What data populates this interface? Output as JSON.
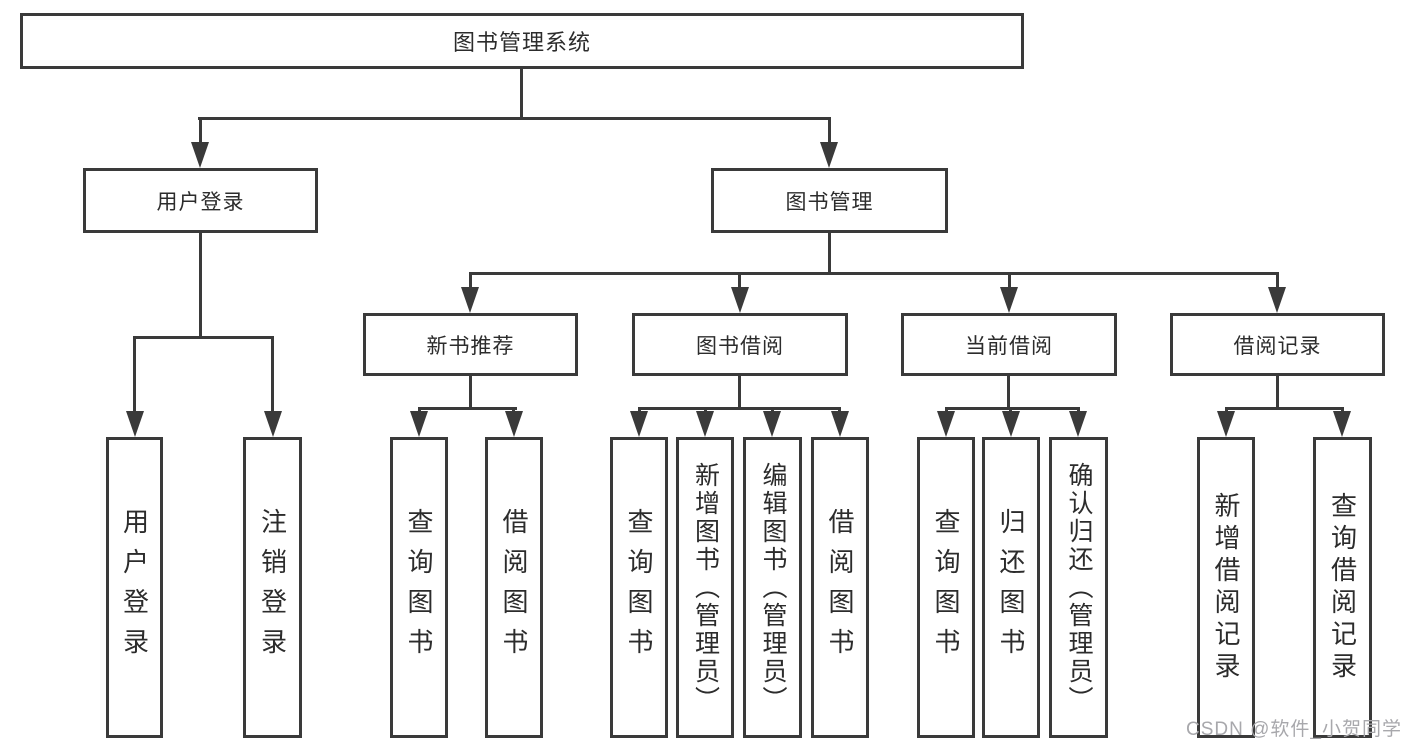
{
  "diagram": {
    "tree": {
      "label": "图书管理系统",
      "children": [
        {
          "label": "用户登录",
          "children": [
            {
              "label": "用户登录"
            },
            {
              "label": "注销登录"
            }
          ]
        },
        {
          "label": "图书管理",
          "children": [
            {
              "label": "新书推荐",
              "children": [
                {
                  "label": "查询图书"
                },
                {
                  "label": "借阅图书"
                }
              ]
            },
            {
              "label": "图书借阅",
              "children": [
                {
                  "label": "查询图书"
                },
                {
                  "label": "新增图书（管理员）"
                },
                {
                  "label": "编辑图书（管理员）"
                },
                {
                  "label": "借阅图书"
                }
              ]
            },
            {
              "label": "当前借阅",
              "children": [
                {
                  "label": "查询图书"
                },
                {
                  "label": "归还图书"
                },
                {
                  "label": "确认归还（管理员）"
                }
              ]
            },
            {
              "label": "借阅记录",
              "children": [
                {
                  "label": "新增借阅记录"
                },
                {
                  "label": "查询借阅记录"
                }
              ]
            }
          ]
        }
      ]
    },
    "colors": {
      "line": "#3a3a3a",
      "text": "#2c2c2c",
      "watermark": "#a8a8ac",
      "background": "#ffffff"
    }
  },
  "watermark": {
    "text": "CSDN @软件_小贺同学"
  }
}
